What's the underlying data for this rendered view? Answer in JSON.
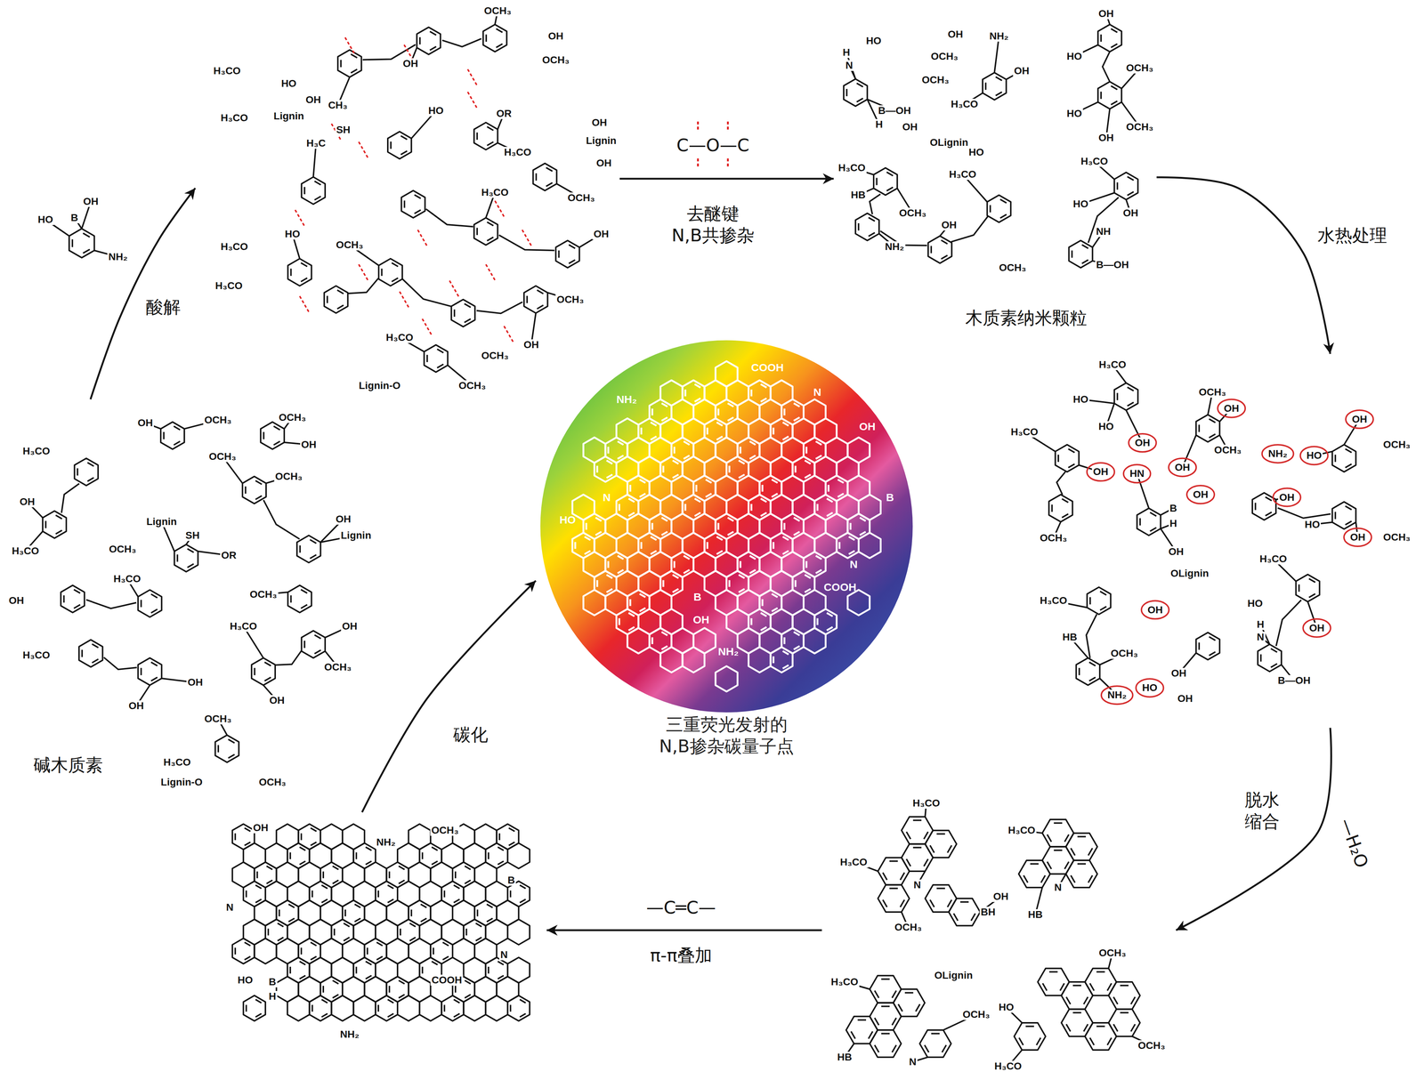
{
  "diagram": {
    "nodes": [
      {
        "text": [
          "HO",
          "B",
          "OH",
          "NH₂"
        ]
      },
      {
        "text": [
          "碱木质素",
          "OH",
          "OCH₃",
          "OCH₃",
          "OH",
          "H₃CO",
          "OCH₃",
          "OCH₃",
          "OH",
          "Lignin",
          "SH",
          "OR",
          "OH",
          "Lignin",
          "H₃CO",
          "OCH₃",
          "H₃CO",
          "OCH₃",
          "H₃CO",
          "OH",
          "OH",
          "OCH₃",
          "H₃CO",
          "OH",
          "OH",
          "OCH₃",
          "OH",
          "H₃CO",
          "Lignin-O",
          "OCH₃"
        ]
      },
      {
        "text": [
          "H₃CO",
          "OCH₃",
          "OH",
          "OCH₃",
          "OH",
          "HO",
          "OH",
          "H₃CO",
          "Lignin",
          "CH₃",
          "SH",
          "H₃C",
          "HO",
          "OR",
          "OH",
          "Lignin",
          "H₃CO",
          "OH",
          "OCH₃",
          "HO",
          "H₃CO",
          "OCH₃",
          "H₃CO",
          "OH",
          "H₃CO",
          "OCH₃",
          "H₃CO",
          "OCH₃",
          "OH",
          "Lignin-O",
          "OCH₃"
        ]
      },
      {
        "text": [
          "木质素纳米颗粒",
          "HO",
          "OCH₃",
          "OH",
          "H",
          "N",
          "OCH₃",
          "B—OH",
          "H",
          "NH₂",
          "OH",
          "H₃CO",
          "OH",
          "HO",
          "OCH₃",
          "HO",
          "OCH₃",
          "OH",
          "OH",
          "OLignin",
          "H₃CO",
          "HB",
          "OCH₃",
          "NH₂",
          "H₃CO",
          "HO",
          "OCH₃",
          "OH",
          "HO",
          "NH",
          "OH",
          "H₃CO",
          "B—OH"
        ]
      },
      {
        "text": [
          "H₃CO",
          "HO",
          "OCH₃",
          "OH",
          "H₃CO",
          "HO",
          "OH",
          "OCH₃",
          "OH",
          "HN",
          "OH",
          "B",
          "H",
          "OH",
          "OCH₃",
          "OH",
          "NH₂",
          "HO",
          "OCH₃",
          "OH",
          "H₃CO",
          "HO",
          "OH",
          "OCH₃",
          "OH",
          "OLignin",
          "H₃CO",
          "HB",
          "OH",
          "OCH₃",
          "NH₂",
          "HO",
          "OH",
          "OH",
          "HO",
          "N",
          "H",
          "OH",
          "B—OH"
        ]
      },
      {
        "text": [
          "H₃CO",
          "H₃CO",
          "N",
          "BH",
          "OH",
          "OCH₃",
          "H₃CO",
          "N",
          "HB",
          "OLignin",
          "H₃CO",
          "HB",
          "N",
          "OCH₃",
          "OCH₃",
          "HO",
          "H₃CO",
          "OCH₃"
        ]
      },
      {
        "text": [
          "OH",
          "NH₂",
          "OCH₃",
          "N",
          "B",
          "N",
          "HO",
          "B",
          "H",
          "COOH",
          "NH₂"
        ]
      },
      {
        "text": [
          "三重荧光发射的 N,B掺杂碳量子点",
          "COOH",
          "NH₂",
          "N",
          "OH",
          "N",
          "HO",
          "B",
          "N",
          "COOH",
          "B",
          "OH",
          "NH₂"
        ]
      }
    ],
    "edges": [
      {
        "from": 1,
        "to": 2,
        "label": "酸解",
        "arrow": "to"
      },
      {
        "from": 2,
        "to": 3,
        "label": "去醚键 N,B共掺杂",
        "arrow": "to"
      },
      {
        "from": 3,
        "to": 4,
        "label": "水热处理",
        "arrow": "to"
      },
      {
        "from": 4,
        "to": 5,
        "label": "脱水 缩合",
        "arrow": "to"
      },
      {
        "from": 5,
        "to": 6,
        "label": "π-π叠加",
        "arrow": "to"
      },
      {
        "from": 6,
        "to": 7,
        "label": "碳化",
        "arrow": "to"
      }
    ],
    "labels": [
      "C—O—C",
      "—H₂O",
      "—C═C—"
    ]
  }
}
